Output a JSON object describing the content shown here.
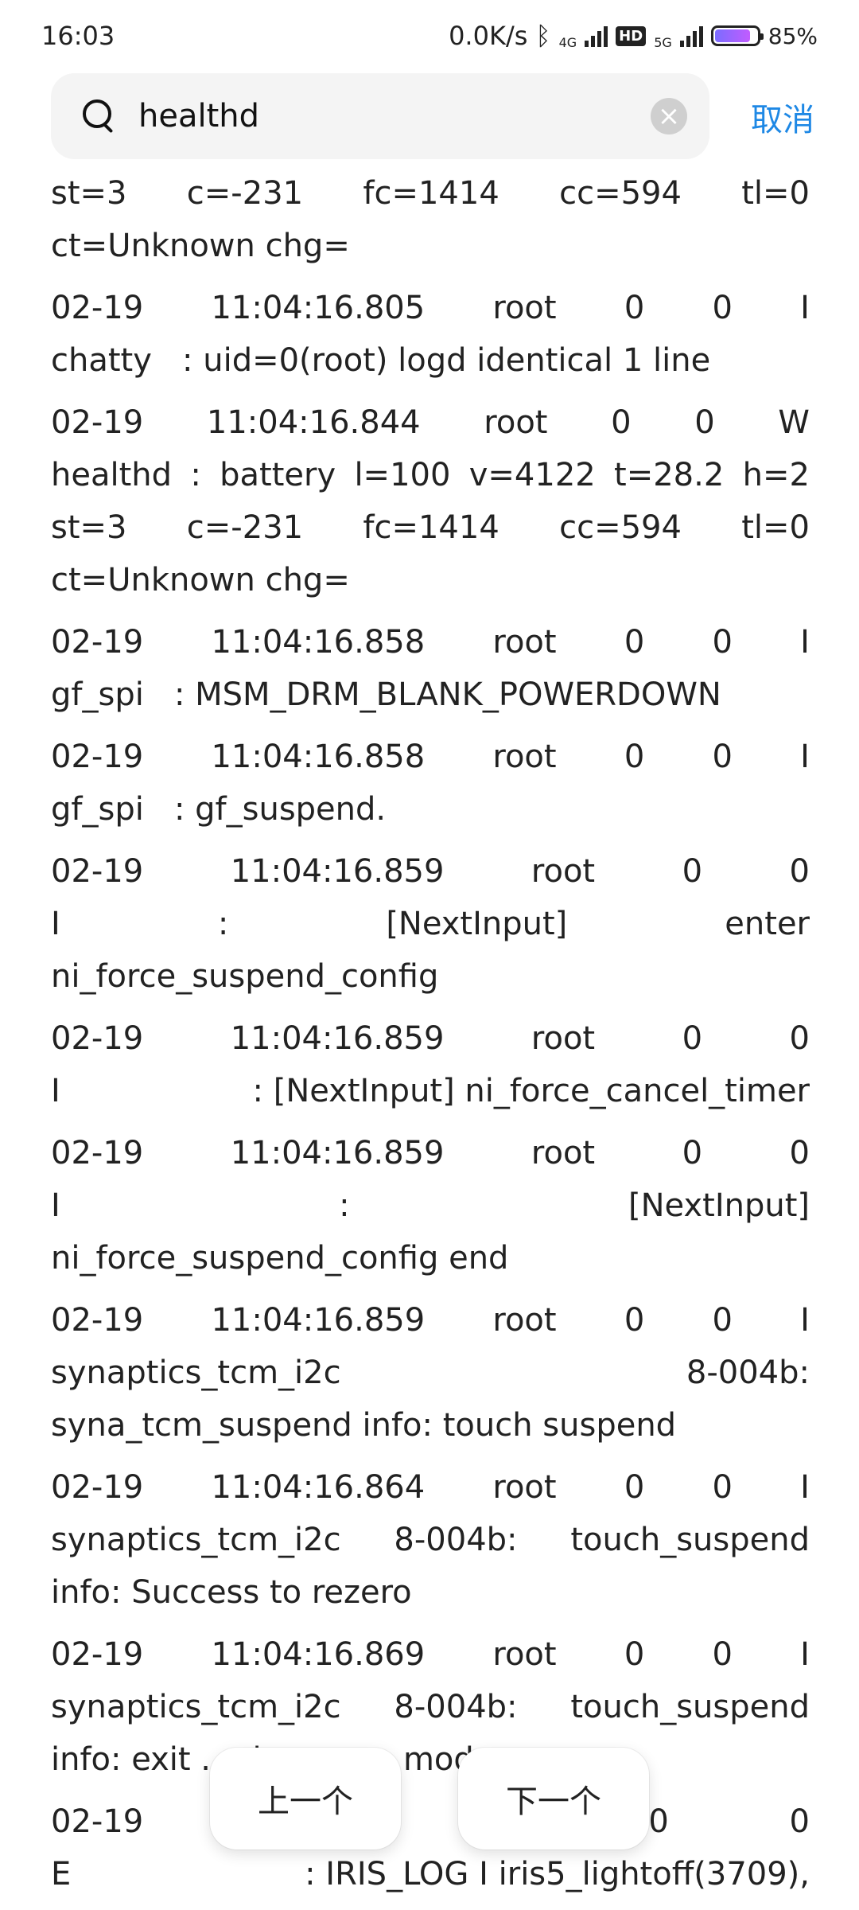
{
  "status": {
    "time": "16:03",
    "speed": "0.0K/s",
    "net1": "4G",
    "hd": "HD",
    "net2": "5G",
    "battery": "85%",
    "battery_level": 0.85
  },
  "search": {
    "query": "healthd",
    "cancel_label": "取消"
  },
  "log_entries": [
    {
      "rows": [
        [
          "st=3",
          "c=-231",
          "fc=1414",
          "cc=594",
          "tl=0"
        ],
        [
          "ct=Unknown chg="
        ]
      ]
    },
    {
      "rows": [
        [
          "02-19",
          "11:04:16.805",
          "root",
          "0",
          "0",
          "I"
        ],
        [
          "chatty   : uid=0(root) logd identical 1 line"
        ]
      ]
    },
    {
      "rows": [
        [
          "02-19",
          "11:04:16.844",
          "root",
          "0",
          "0",
          "W"
        ],
        [
          "healthd",
          ":",
          "battery",
          "l=100",
          "v=4122",
          "t=28.2",
          "h=2"
        ],
        [
          "st=3",
          "c=-231",
          "fc=1414",
          "cc=594",
          "tl=0"
        ],
        [
          "ct=Unknown chg="
        ]
      ]
    },
    {
      "rows": [
        [
          "02-19",
          "11:04:16.858",
          "root",
          "0",
          "0",
          "I"
        ],
        [
          "gf_spi   : MSM_DRM_BLANK_POWERDOWN"
        ]
      ]
    },
    {
      "rows": [
        [
          "02-19",
          "11:04:16.858",
          "root",
          "0",
          "0",
          "I"
        ],
        [
          "gf_spi   : gf_suspend."
        ]
      ]
    },
    {
      "rows": [
        [
          "02-19",
          "11:04:16.859",
          "root",
          "0",
          "0"
        ],
        [
          "I",
          ":",
          "[NextInput]",
          "enter"
        ],
        [
          "ni_force_suspend_config"
        ]
      ]
    },
    {
      "rows": [
        [
          "02-19",
          "11:04:16.859",
          "root",
          "0",
          "0"
        ],
        [
          "I",
          ": [NextInput] ni_force_cancel_timer"
        ]
      ]
    },
    {
      "rows": [
        [
          "02-19",
          "11:04:16.859",
          "root",
          "0",
          "0"
        ],
        [
          "I",
          ":",
          "[NextInput]"
        ],
        [
          "ni_force_suspend_config end"
        ]
      ]
    },
    {
      "rows": [
        [
          "02-19",
          "11:04:16.859",
          "root",
          "0",
          "0",
          "I"
        ],
        [
          "synaptics_tcm_i2c",
          "8-004b:"
        ],
        [
          "syna_tcm_suspend info: touch suspend"
        ]
      ]
    },
    {
      "rows": [
        [
          "02-19",
          "11:04:16.864",
          "root",
          "0",
          "0",
          "I"
        ],
        [
          "synaptics_tcm_i2c",
          "8-004b:",
          "touch_suspend"
        ],
        [
          "info: Success to rezero"
        ]
      ]
    },
    {
      "rows": [
        [
          "02-19",
          "11:04:16.869",
          "root",
          "0",
          "0",
          "I"
        ],
        [
          "synaptics_tcm_i2c",
          "8-004b:",
          "touch_suspend"
        ],
        [
          "info: exit ... de, e... re mode..."
        ]
      ]
    },
    {
      "rows": [
        [
          "02-19",
          "11:...",
          "ro...",
          "0",
          "0"
        ],
        [
          "E",
          ": IRIS_LOG I iris5_lightoff(3709),"
        ]
      ]
    }
  ],
  "nav": {
    "prev_label": "上一个",
    "next_label": "下一个"
  }
}
